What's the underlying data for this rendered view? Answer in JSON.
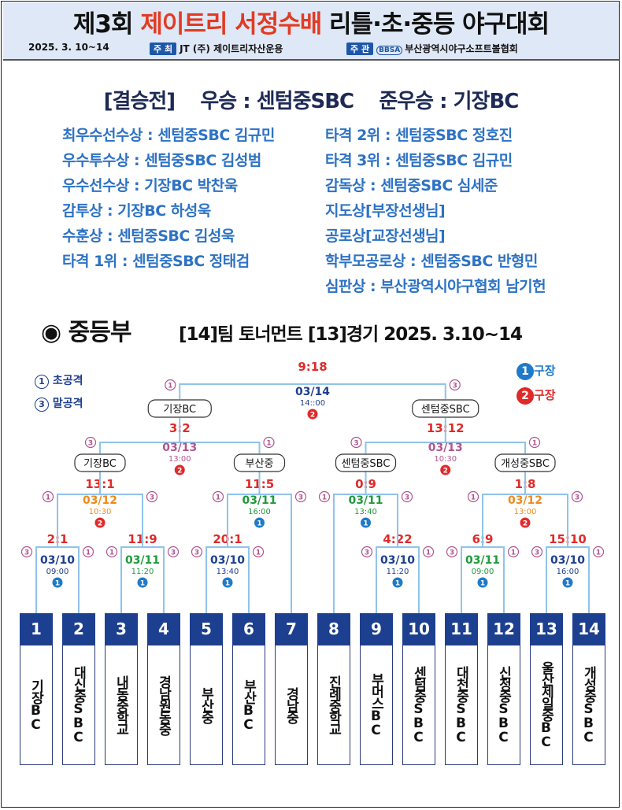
{
  "header": {
    "title_prefix": "제3회 ",
    "title_highlight": "제이트리 서정수배",
    "title_suffix": " 리틀·초·중등 야구대회",
    "date": "2025. 3. 10~14",
    "host_tag": "주 최",
    "host": "JT (주) 제이트리자산운용",
    "organizer_tag": "주 관",
    "organizer_logo": "BBSA",
    "organizer": "부산광역시야구소프트볼협회"
  },
  "result": {
    "label": "[결승전]",
    "winner": "우승 : 센텀중SBC",
    "runner_up": "준우승 : 기장BC"
  },
  "awards_left": [
    "최우수선수상 : 센텀중SBC  김규민",
    "우수투수상 : 센텀중SBC  김성범",
    "우수선수상 : 기장BC  박찬욱",
    "감투상 : 기장BC  하성욱",
    "수훈상 : 센텀중SBC  김성욱",
    "타격 1위 : 센텀중SBC  정태검"
  ],
  "awards_right": [
    "타격 2위 : 센텀중SBC  정호진",
    "타격 3위 : 센텀중SBC  김규민",
    "감독상 : 센텀중SBC  심세준",
    "지도상[부장선생님]",
    "공로상[교장선생님]",
    "학부모공로상 : 센텀중SBC  반형민",
    "심판상 : 부산광역시야구협회 남기헌"
  ],
  "division": {
    "marker": "◉",
    "name": "중등부",
    "info": "[14]팀  토너먼트  [13]경기    2025. 3.10~14"
  },
  "legend": {
    "first_attack": "초공격",
    "last_attack": "말공격",
    "field1": "구장",
    "field2": "구장"
  },
  "teams": [
    {
      "num": "1",
      "name": "기장BC"
    },
    {
      "num": "2",
      "name": "대신중SBC"
    },
    {
      "num": "3",
      "name": "내동중학교"
    },
    {
      "num": "4",
      "name": "경남원동중"
    },
    {
      "num": "5",
      "name": "부산중"
    },
    {
      "num": "6",
      "name": "부산BC"
    },
    {
      "num": "7",
      "name": "경남중"
    },
    {
      "num": "8",
      "name": "진례중학교"
    },
    {
      "num": "9",
      "name": "부머스BC"
    },
    {
      "num": "10",
      "name": "센텀중SBC"
    },
    {
      "num": "11",
      "name": "대천중SBC"
    },
    {
      "num": "12",
      "name": "신정중SBC"
    },
    {
      "num": "13",
      "name": "울산제일중BC"
    },
    {
      "num": "14",
      "name": "개성중SBC"
    }
  ],
  "games": {
    "r1_a": {
      "score": "2:1",
      "date": "03/10",
      "time": "09:00",
      "field": "1"
    },
    "r1_b": {
      "score": "11:9",
      "date": "03/11",
      "time": "11:20",
      "field": "1"
    },
    "r1_c": {
      "score": "20:1",
      "date": "03/10",
      "time": "13:40",
      "field": "1"
    },
    "r1_d": {
      "score": "4:22",
      "date": "03/10",
      "time": "11:20",
      "field": "1"
    },
    "r1_e": {
      "score": "6:9",
      "date": "03/11",
      "time": "09:00",
      "field": "1"
    },
    "r1_f": {
      "score": "15:10",
      "date": "03/10",
      "time": "16:00",
      "field": "1"
    },
    "r2_a": {
      "score": "13:1",
      "date": "03/12",
      "time": "10:30",
      "field": "2"
    },
    "r2_b": {
      "score": "11:5",
      "date": "03/11",
      "time": "16:00",
      "field": "1"
    },
    "r2_c": {
      "score": "0:9",
      "date": "03/11",
      "time": "13:40",
      "field": "1"
    },
    "r2_d": {
      "score": "1:8",
      "date": "03/12",
      "time": "13:00",
      "field": "2"
    },
    "sf_a": {
      "score": "3:2",
      "date": "03/13",
      "time": "13:00",
      "field": "2"
    },
    "sf_b": {
      "score": "13:12",
      "date": "03/13",
      "time": "10:30",
      "field": "2"
    },
    "final": {
      "score": "9:18",
      "date": "03/14",
      "time": "14::00",
      "field": "2"
    }
  },
  "winners": {
    "r2_a": "기장BC",
    "r2_b": "부산중",
    "r2_c": "센텀중SBC",
    "r2_d": "개성중SBC",
    "sf_a": "기장BC",
    "sf_b": "센텀중SBC"
  },
  "colors": {
    "field1": "#1f7ac9",
    "field2": "#e02a2a",
    "score": "#e02a2a",
    "line": "#8fc3ea",
    "date_blue": "#1d3f8f",
    "date_green": "#1f9a3a",
    "date_orange": "#ee8a1c",
    "date_purple": "#b0558e"
  }
}
